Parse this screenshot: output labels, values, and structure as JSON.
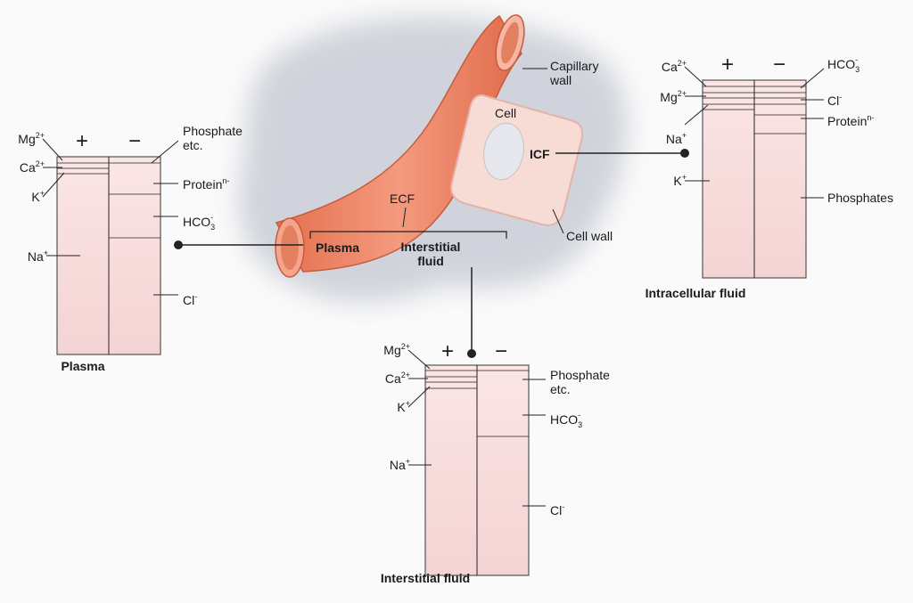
{
  "colors": {
    "bar_top": "#fbe6e6",
    "bar_bottom": "#f4d3d3",
    "tube": "#f0866a",
    "tube_dark": "#d9603f",
    "cell_fill": "#f7dcd6",
    "cell_edge": "#e3b3aa",
    "nucleus": "#e5e7ec",
    "blob": "#c9cdd6"
  },
  "center": {
    "capillary_wall": [
      "Capillary",
      "wall"
    ],
    "cell": "Cell",
    "icf": "ICF",
    "cell_wall": "Cell wall",
    "ecf": "ECF",
    "plasma": "Plasma",
    "interstitial": [
      "Interstitial",
      "fluid"
    ]
  },
  "plasma_bar": {
    "caption": "Plasma",
    "plus": "+",
    "minus": "−",
    "cations": [
      {
        "name": "Mg",
        "sup": "2+"
      },
      {
        "name": "Ca",
        "sup": "2+"
      },
      {
        "name": "K",
        "sup": "+"
      },
      {
        "name": "Na",
        "sup": "+"
      }
    ],
    "anions": [
      {
        "lines": [
          "Phosphate",
          "etc."
        ]
      },
      {
        "name": "Protein",
        "sup": "n-"
      },
      {
        "name": "HCO",
        "sub": "3",
        "sup": "-"
      },
      {
        "name": "Cl",
        "sup": "-"
      }
    ]
  },
  "interstitial_bar": {
    "caption": "Interstitial fluid",
    "plus": "+",
    "minus": "−",
    "cations": [
      {
        "name": "Mg",
        "sup": "2+"
      },
      {
        "name": "Ca",
        "sup": "2+"
      },
      {
        "name": "K",
        "sup": "+"
      },
      {
        "name": "Na",
        "sup": "+"
      }
    ],
    "anions": [
      {
        "lines": [
          "Phosphate",
          "etc."
        ]
      },
      {
        "name": "HCO",
        "sub": "3",
        "sup": "-"
      },
      {
        "name": "Cl",
        "sup": "-"
      }
    ]
  },
  "intracellular_bar": {
    "caption": "Intracellular fluid",
    "plus": "+",
    "minus": "−",
    "cations": [
      {
        "name": "Ca",
        "sup": "2+"
      },
      {
        "name": "Mg",
        "sup": "2+"
      },
      {
        "name": "Na",
        "sup": "+"
      },
      {
        "name": "K",
        "sup": "+"
      }
    ],
    "anions": [
      {
        "name": "HCO",
        "sub": "3",
        "sup": "-"
      },
      {
        "name": "Cl",
        "sup": "-"
      },
      {
        "name": "Protein",
        "sup": "n-"
      },
      {
        "name": "Phosphates"
      }
    ]
  }
}
